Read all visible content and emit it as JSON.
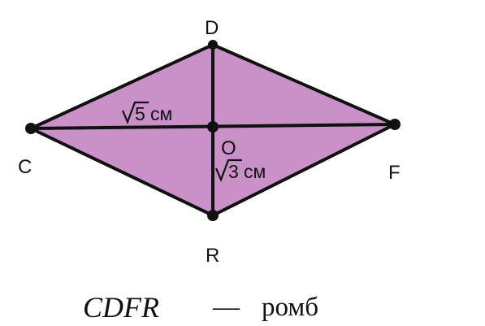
{
  "figure": {
    "fill_color": "#c991c8",
    "line_color": "#111111",
    "vertices": {
      "c": "C",
      "d": "D",
      "f": "F",
      "r": "R",
      "o": "O"
    },
    "measures": {
      "half_cf": {
        "radicand": "5",
        "unit": "см"
      },
      "half_dr": {
        "radicand": "3",
        "unit": "см"
      }
    }
  },
  "caption": {
    "formula": "CDFR",
    "dash": "—",
    "word": "ромб"
  }
}
